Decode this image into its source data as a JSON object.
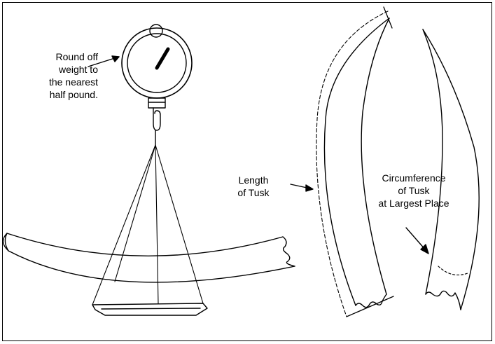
{
  "labels": {
    "weight_note": [
      "Round off",
      "weight to",
      "the nearest",
      "half pound."
    ],
    "length_of_tusk": [
      "Length",
      "of Tusk"
    ],
    "circumference": [
      "Circumference",
      "of Tusk",
      "at Largest Place"
    ]
  },
  "colors": {
    "ink": "#000000",
    "paper": "#ffffff"
  }
}
